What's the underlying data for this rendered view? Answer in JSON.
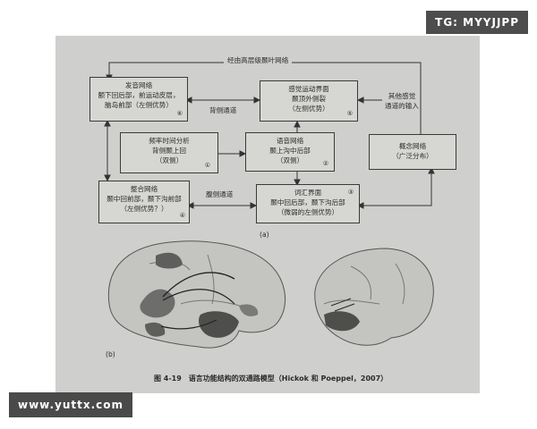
{
  "watermark_top": "TG: MYYJJPP",
  "watermark_bottom": "www.yuttx.com",
  "diagram": {
    "top_label": "经由高层级颞叶网络",
    "boxes": {
      "articulatory": {
        "lines": [
          "发音网络",
          "额下回后部，前运动皮层，",
          "脑岛前部（左侧优势）"
        ],
        "num": "⑥"
      },
      "sensorimotor": {
        "lines": [
          "感觉运动界面",
          "颞顶外侧裂",
          "（左侧优势）"
        ],
        "num": "⑤"
      },
      "spectrotemporal": {
        "lines": [
          "频率时间分析",
          "背侧颞上回",
          "（双侧）"
        ],
        "num": "①"
      },
      "phonological": {
        "lines": [
          "语音网络",
          "颞上沟中后部",
          "（双侧）"
        ],
        "num": "②"
      },
      "combinatorial": {
        "lines": [
          "整合网络",
          "颞中回前部，颞下沟前部",
          "（左侧优势？）"
        ],
        "num": "④"
      },
      "lexical": {
        "lines": [
          "词汇界面",
          "颞中回后部，颞下沟后部",
          "（微弱的左侧优势）"
        ],
        "num": "③"
      },
      "conceptual": {
        "lines": [
          "概念网络",
          "（广泛分布）"
        ]
      }
    },
    "dorsal_label": "背侧通道",
    "ventral_label": "腹侧通道",
    "other_input": [
      "其他感觉",
      "通道的输入"
    ],
    "panel_a": "(a)",
    "panel_b": "(b)",
    "caption": "图 4-19　语言功能结构的双通路模型（Hickok 和 Poeppel，2007）"
  }
}
